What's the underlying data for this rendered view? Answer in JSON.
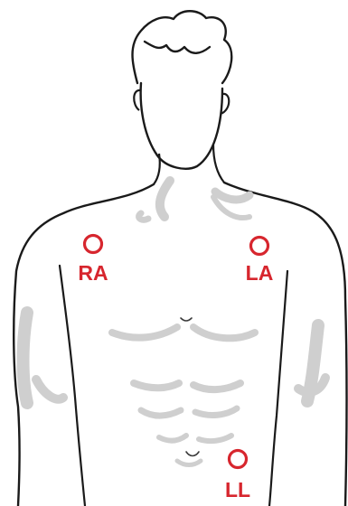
{
  "colors": {
    "electrode": "#d7262e",
    "outline": "#1a1a1a",
    "shading": "#cfcfcf"
  },
  "electrodes": [
    {
      "id": "ra",
      "label": "RA"
    },
    {
      "id": "la",
      "label": "LA"
    },
    {
      "id": "ll",
      "label": "LL"
    }
  ]
}
